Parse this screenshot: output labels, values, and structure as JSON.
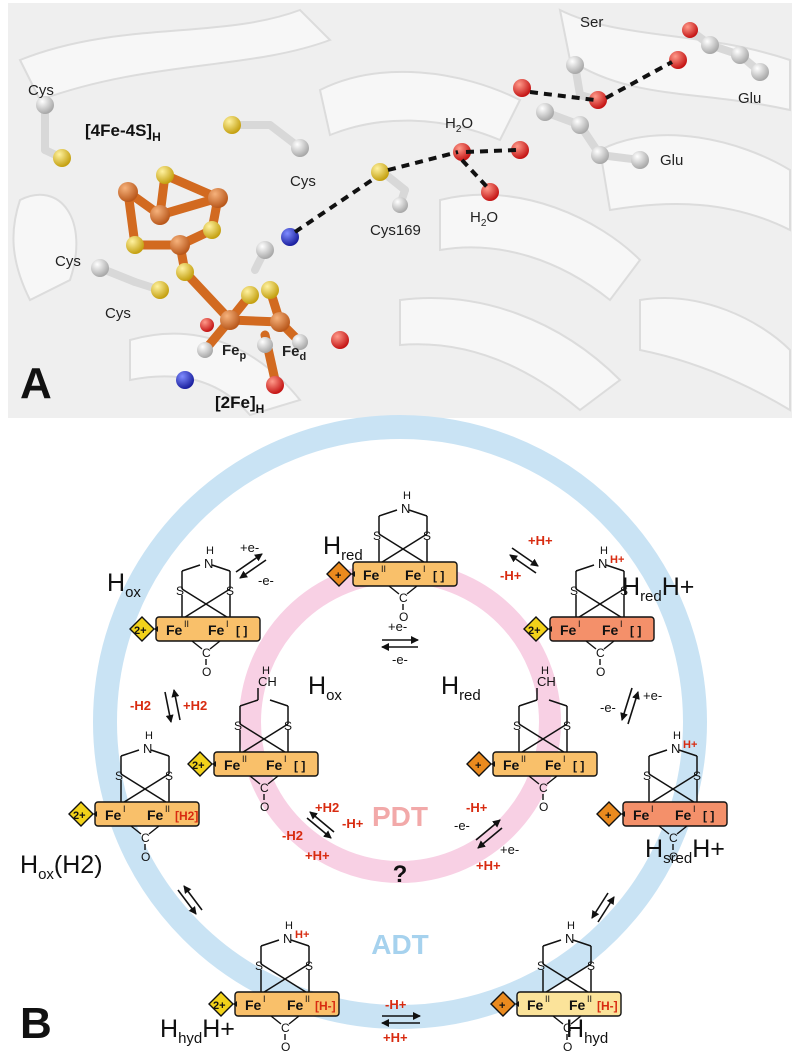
{
  "panel_a": {
    "letter": "A",
    "cluster_4fe": {
      "main": "[4Fe-4S]",
      "sub": "H"
    },
    "cluster_2fe": {
      "main": "[2Fe]",
      "sub": "H"
    },
    "fe_p": {
      "main": "Fe",
      "sub": "p"
    },
    "fe_d": {
      "main": "Fe",
      "sub": "d"
    },
    "residues": {
      "cys_top": "Cys",
      "cys_mid": "Cys",
      "cys_left": "Cys",
      "cys_bottom": "Cys",
      "cys169": "Cys169",
      "ser": "Ser",
      "glu_top": "Glu",
      "glu_mid": "Glu"
    },
    "water_top": {
      "h": "H",
      "two": "2",
      "o": "O"
    },
    "water_bottom": {
      "h": "H",
      "two": "2",
      "o": "O"
    }
  },
  "panel_b": {
    "letter": "B",
    "ring_outer_label": "ADT",
    "ring_inner_label": "PDT",
    "question": "?",
    "colors": {
      "outer_ring": "#c9e3f4",
      "inner_ring": "#f8d0e4",
      "box_orange": "#f9c06a",
      "box_salmon": "#f4906a",
      "box_pale": "#fbe39a",
      "cube_yellow": "#f2d21a",
      "cube_orange": "#ea8a1e",
      "red_text": "#d82b10"
    },
    "charge_2plus": "2+",
    "charge_plus": "+",
    "fe": "Fe",
    "ox_II": "II",
    "ox_I": "I",
    "s": "S",
    "n": "N",
    "h": "H",
    "nh_plus": "H+",
    "ch": "CH",
    "c": "C",
    "o": "O",
    "empty_site": "[ ]",
    "h2_site": "[H2]",
    "hydride_site": "[H-]",
    "states": {
      "hox": {
        "main": "H",
        "sub": "ox"
      },
      "hred": {
        "main": "H",
        "sub": "red"
      },
      "hredh": {
        "main": "H",
        "sub": "red",
        "suffix": "H+"
      },
      "hsredh": {
        "main": "H",
        "sub": "sred",
        "suffix": "H+"
      },
      "hhyd": {
        "main": "H",
        "sub": "hyd"
      },
      "hhydh": {
        "main": "H",
        "sub": "hyd",
        "suffix": "H+"
      },
      "hoxh2": {
        "main": "H",
        "sub": "ox",
        "suffix": "(H2)"
      },
      "inner_hox": {
        "main": "H",
        "sub": "ox"
      },
      "inner_hred": {
        "main": "H",
        "sub": "red"
      }
    },
    "transitions": {
      "plus_e": "+e-",
      "minus_e": "-e-",
      "plus_h": "+H+",
      "minus_h": "-H+",
      "plus_h2": "+H2",
      "minus_h2": "-H2"
    }
  }
}
